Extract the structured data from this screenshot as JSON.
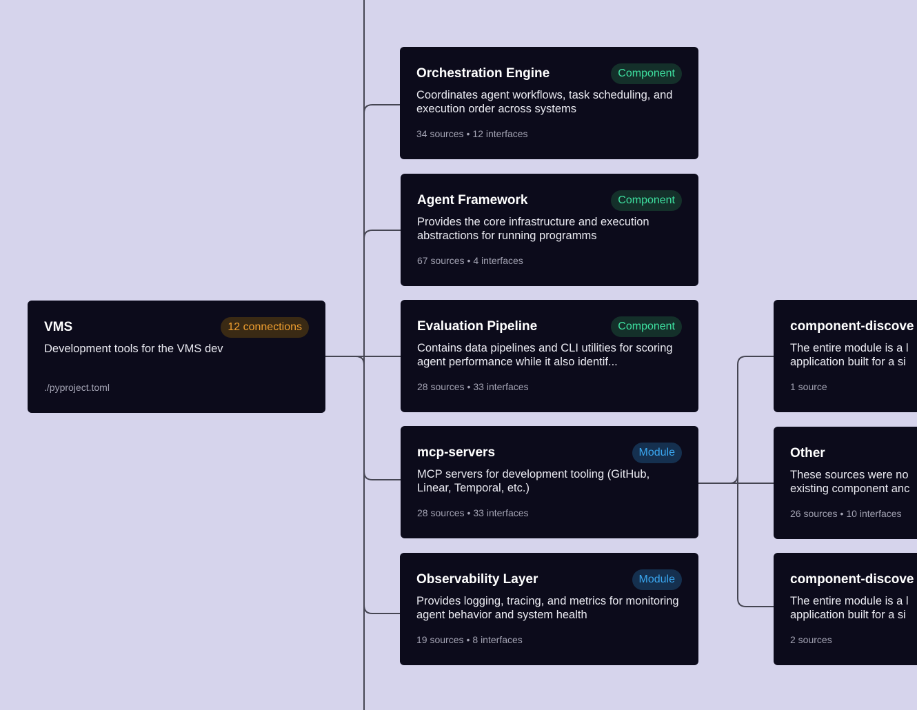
{
  "root": {
    "title": "VMS",
    "badge": "12 connections",
    "description": "Development tools for the VMS dev",
    "path": "./pyproject.toml"
  },
  "middle_nodes": [
    {
      "title": "Orchestration Engine",
      "badge": "Component",
      "description": "Coordinates agent workflows, task scheduling, and execution order across systems",
      "sources": "34 sources",
      "interfaces": "12 interfaces"
    },
    {
      "title": "Agent Framework",
      "badge": "Component",
      "description": "Provides the core infrastructure and execution abstractions for running programms",
      "sources": "67 sources",
      "interfaces": "4 interfaces"
    },
    {
      "title": "Evaluation Pipeline",
      "badge": "Component",
      "description": "Contains data pipelines and CLI utilities for scoring agent performance while it also identif...",
      "sources": "28 sources",
      "interfaces": "33 interfaces"
    },
    {
      "title": "mcp-servers",
      "badge": "Module",
      "description": "MCP servers for development tooling (GitHub, Linear, Temporal, etc.)",
      "sources": "28 sources",
      "interfaces": "33 interfaces"
    },
    {
      "title": "Observability Layer",
      "badge": "Module",
      "description": "Provides logging, tracing, and metrics for monitoring agent behavior and system health",
      "sources": "19 sources",
      "interfaces": "8 interfaces"
    }
  ],
  "right_nodes": [
    {
      "title": "component-discove",
      "description": "The entire module is a l application built for a si",
      "sources": "1 source"
    },
    {
      "title": "Other",
      "description": "These sources were no existing component anc",
      "sources": "26 sources",
      "interfaces": "10 interfaces"
    },
    {
      "title": "component-discove",
      "description": "The entire module is a l application built for a si",
      "sources": "2 sources"
    }
  ],
  "separator": "•",
  "colors": {
    "background": "#d6d4ec",
    "node_background": "#0c0b1b",
    "connector": "#454552",
    "component_badge": "#3ee0a0",
    "module_badge": "#3aa7f0",
    "connections_badge": "#f1a030"
  }
}
